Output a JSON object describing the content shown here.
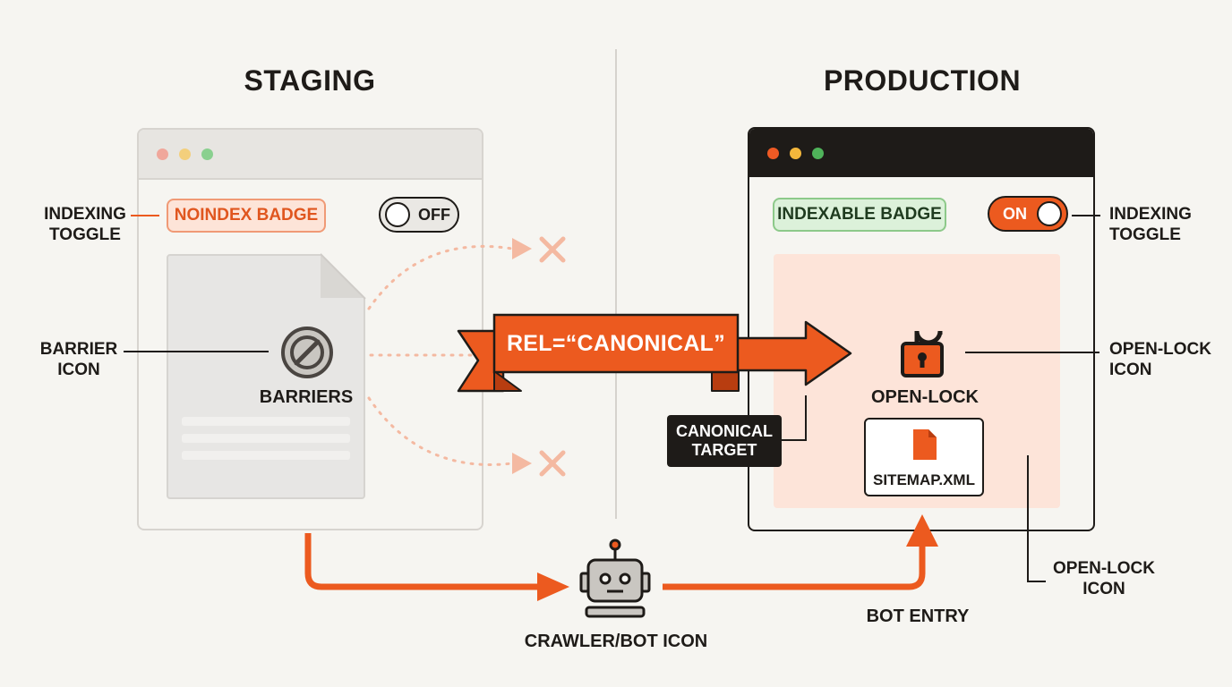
{
  "headings": {
    "staging": "STAGING",
    "production": "PRODUCTION"
  },
  "staging": {
    "badge": "NOINDEX BADGE",
    "toggle": "OFF",
    "barrier_text": "BARRIERS",
    "label_toggle": [
      "INDEXING",
      "TOGGLE"
    ],
    "label_barrier": [
      "BARRIER",
      "ICON"
    ]
  },
  "production": {
    "badge": "INDEXABLE BADGE",
    "toggle": "ON",
    "lock_text": "OPEN-LOCK",
    "sitemap": "SITEMAP.XML",
    "label_toggle": [
      "INDEXING",
      "TOGGLE"
    ],
    "label_lock": [
      "OPEN-LOCK",
      "ICON"
    ],
    "label_lock_bottom": [
      "OPEN-LOCK",
      "ICON"
    ]
  },
  "canonical": {
    "ribbon": "REL=“CANONICAL”",
    "target": [
      "CANONICAL",
      "TARGET"
    ]
  },
  "flow": {
    "bot_label": "CRAWLER/BOT ICON",
    "entry_label": "BOT ENTRY"
  },
  "colors": {
    "accent": "#ec5a1f",
    "accent_dark": "#b83d10",
    "ink": "#1e1b18",
    "noindex_bg": "#fde4d8",
    "indexable_bg": "#dcf1da",
    "indexable_border": "#8dc98a",
    "prod_panel": "#fde4d9",
    "blocked": "#f4b9a1"
  },
  "icons": [
    "no-entry-icon",
    "open-lock-icon",
    "file-icon",
    "robot-icon",
    "blocked-x-icon",
    "arrow-icon"
  ]
}
